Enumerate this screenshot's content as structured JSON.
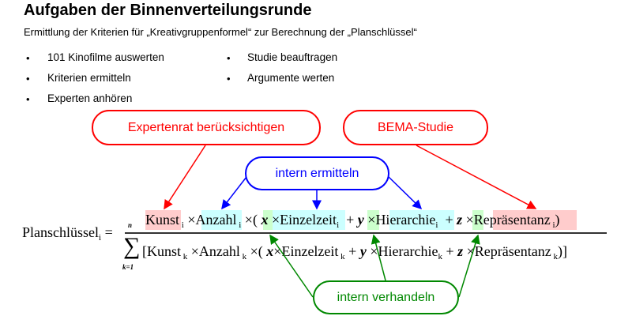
{
  "title": "Aufgaben der Binnenverteilungsrunde",
  "subtitle": "Ermittlung der Kriterien für „Kreativgruppenformel“ zur Berechnung der „Planschlüssel“",
  "bullets_left": [
    "101 Kinofilme auswerten",
    "Kriterien ermitteln",
    "Experten anhören"
  ],
  "bullets_right": [
    "Studie beauftragen",
    "Argumente werten"
  ],
  "bullet_symbol": "•",
  "callouts": {
    "expertenrat": "Expertenrat berücksichtigen",
    "bema": "BEMA-Studie",
    "intern_ermitteln": "intern ermitteln",
    "intern_verhandeln": "intern verhandeln"
  },
  "formula": {
    "lhs": "Planschlüssel",
    "lhs_sub": "i",
    "equals": "=",
    "num": {
      "kunst": "Kunst",
      "i": "i",
      "times": "×",
      "anzahl": "Anzahl",
      "open": "(",
      "x": "x",
      "einzelzeit": "Einzelzeit",
      "plus": "+",
      "y": "y",
      "hierarchie": "Hierarchie",
      "z": "z",
      "repraesentanz": "Repräsentanz",
      "close": ")"
    },
    "den": {
      "sum": "∑",
      "upper": "n",
      "lower": "k=1",
      "text": "[Kunst",
      "k": "k",
      "anzahl": "Anzahl",
      "open": "(",
      "einzelzeit": "Einzelzeit",
      "hierarchie": "Hierarchie",
      "repraesentanz": "Repräsentanz",
      "close": ")]"
    }
  },
  "colors": {
    "red": "#ff0000",
    "blue": "#0000ff",
    "green": "#008000",
    "hl_red": "#ffcccc",
    "hl_blue": "#ccffff",
    "hl_green": "#ccffcc"
  }
}
